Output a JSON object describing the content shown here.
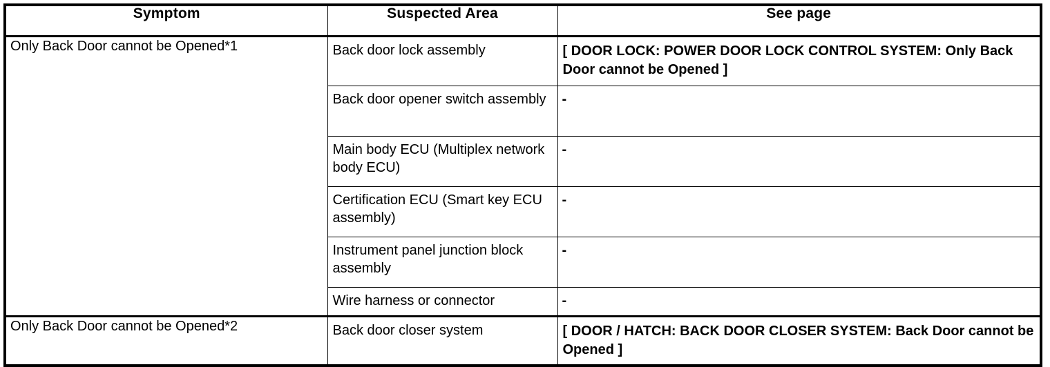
{
  "table": {
    "headers": {
      "symptom": "Symptom",
      "suspected_area": "Suspected Area",
      "see_page": "See page"
    },
    "groups": [
      {
        "symptom": "Only Back Door cannot be Opened*1",
        "rows": [
          {
            "suspected_area": "Back door lock assembly",
            "see_page": "[ DOOR LOCK: POWER DOOR LOCK CONTROL SYSTEM: Only Back Door cannot be Opened ]",
            "see_page_bold": true
          },
          {
            "suspected_area": "Back door opener switch assembly",
            "see_page": "-",
            "see_page_bold": true
          },
          {
            "suspected_area": "Main body ECU (Multiplex network body ECU)",
            "see_page": "-",
            "see_page_bold": true
          },
          {
            "suspected_area": "Certification ECU (Smart key ECU assembly)",
            "see_page": "-",
            "see_page_bold": true
          },
          {
            "suspected_area": "Instrument panel junction block assembly",
            "see_page": "-",
            "see_page_bold": true
          },
          {
            "suspected_area": "Wire harness or connector",
            "see_page": "-",
            "see_page_bold": true
          }
        ]
      },
      {
        "symptom": "Only Back Door cannot be Opened*2",
        "rows": [
          {
            "suspected_area": "Back door closer system",
            "see_page": "[ DOOR / HATCH: BACK DOOR CLOSER SYSTEM: Back Door cannot be Opened ]",
            "see_page_bold": true
          }
        ]
      }
    ]
  },
  "colors": {
    "border": "#000000",
    "text": "#000000",
    "background": "#ffffff"
  }
}
